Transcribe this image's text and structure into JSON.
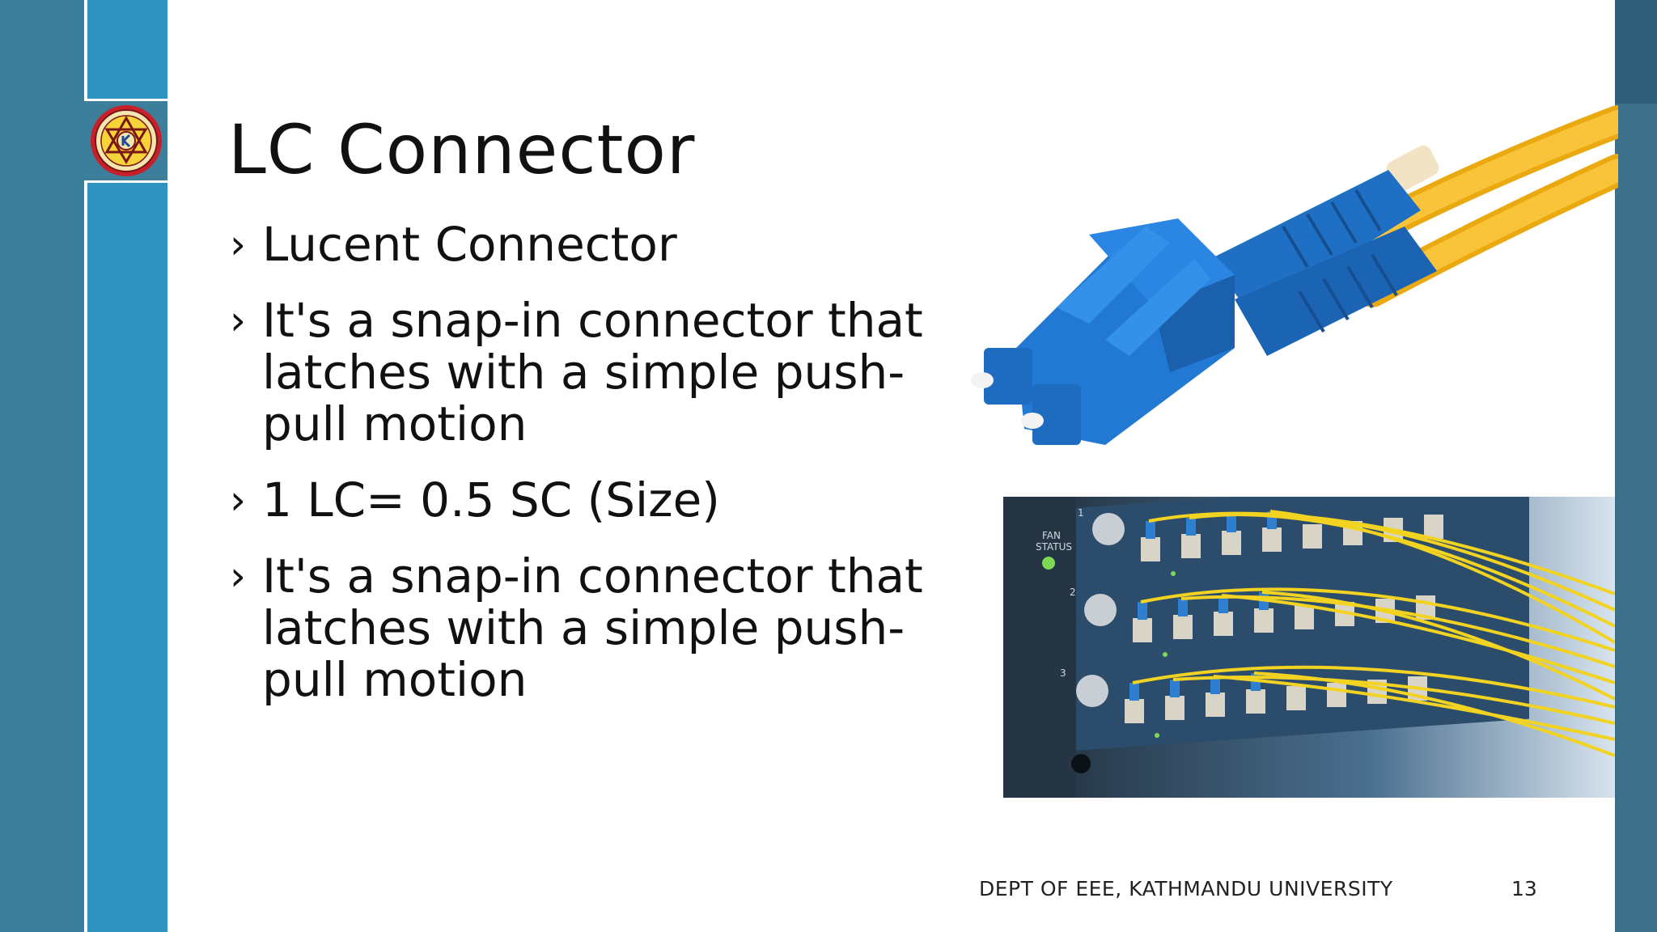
{
  "slide": {
    "title": "LC Connector",
    "bullets": [
      "Lucent Connector",
      "It's a snap-in connector that latches with a simple push-pull motion",
      "1 LC= 0.5 SC (Size)",
      "It's a snap-in connector that latches with a simple push-pull motion"
    ],
    "footer": "DEPT OF EEE, KATHMANDU UNIVERSITY",
    "page_number": "13",
    "bullet_glyph": "›"
  },
  "icons": {
    "logo": "university-seal-icon",
    "photo1": "lc-duplex-connector-photo",
    "photo2": "fiber-patch-panel-photo"
  },
  "colors": {
    "left_band": "#3b7f9c",
    "accent_band": "#2f93c1",
    "right_band": "#3c6f89",
    "connector_blue": "#1f6fc4",
    "cable_yellow": "#f5b719"
  },
  "panel_labels": {
    "fan": "FAN",
    "status": "STATUS",
    "row1": "1",
    "row2": "2",
    "row3": "3"
  }
}
